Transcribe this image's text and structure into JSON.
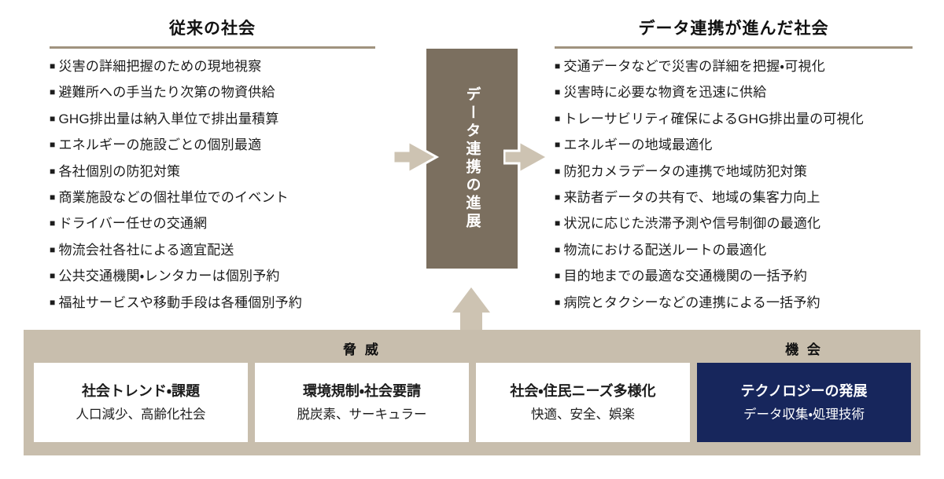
{
  "bullet_char": "■",
  "left_panel": {
    "title": "従来の社会",
    "items": [
      "災害の詳細把握のための現地視察",
      "避難所への手当たり次第の物資供給",
      "GHG排出量は納入単位で排出量積算",
      "エネルギーの施設ごとの個別最適",
      "各社個別の防犯対策",
      "商業施設などの個社単位でのイベント",
      "ドライバー任せの交通網",
      "物流会社各社による適宜配送",
      "公共交通機関・レンタカーは個別予約",
      "福祉サービスや移動手段は各種個別予約"
    ]
  },
  "center": {
    "label": "データ連携の進展"
  },
  "right_panel": {
    "title": "データ連携が進んだ社会",
    "items": [
      "交通データなどで災害の詳細を把握・可視化",
      "災害時に必要な物資を迅速に供給",
      "トレーサビリティ確保によるGHG排出量の可視化",
      "エネルギーの地域最適化",
      "防犯カメラデータの連携で地域防犯対策",
      "来訪者データの共有で、地域の集客力向上",
      "状況に応じた渋滞予測や信号制御の最適化",
      "物流における配送ルートの最適化",
      "目的地までの最適な交通機関の一括予約",
      "病院とタクシーなどの連携による一括予約"
    ]
  },
  "bottom": {
    "threats_label": "脅 威",
    "opportunities_label": "機 会",
    "boxes": [
      {
        "title": "社会トレンド・課題",
        "subtitle": "人口減少、高齢化社会",
        "variant": "light"
      },
      {
        "title": "環境規制・社会要請",
        "subtitle": "脱炭素、サーキュラー",
        "variant": "light"
      },
      {
        "title": "社会・住民ニーズ多様化",
        "subtitle": "快適、安全、娯楽",
        "variant": "light"
      },
      {
        "title": "テクノロジーの発展",
        "subtitle": "データ収集・処理技術",
        "variant": "dark"
      }
    ]
  },
  "colors": {
    "accent_brown": "#7b6f5f",
    "arrow_beige": "#cdc3b2",
    "band_beige": "#c8bead",
    "navy": "#17265c",
    "underline": "#a0937f",
    "text": "#1c1c1c"
  }
}
